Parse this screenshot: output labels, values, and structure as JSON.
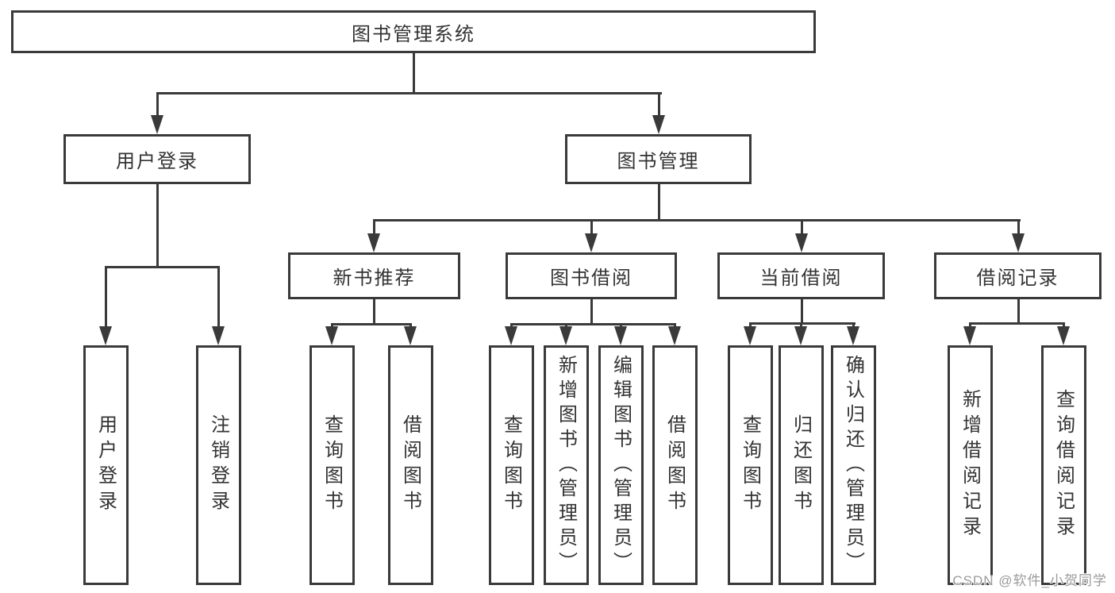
{
  "tree": {
    "root": {
      "label": "图书管理系统",
      "children": [
        {
          "label": "用户登录",
          "children": [
            {
              "label": "用户登录"
            },
            {
              "label": "注销登录"
            }
          ]
        },
        {
          "label": "图书管理",
          "children": [
            {
              "label": "新书推荐",
              "children": [
                {
                  "label": "查询图书"
                },
                {
                  "label": "借阅图书"
                }
              ]
            },
            {
              "label": "图书借阅",
              "children": [
                {
                  "label": "查询图书"
                },
                {
                  "label": "新增图书（管理员）"
                },
                {
                  "label": "编辑图书（管理员）"
                },
                {
                  "label": "借阅图书"
                }
              ]
            },
            {
              "label": "当前借阅",
              "children": [
                {
                  "label": "查询图书"
                },
                {
                  "label": "归还图书"
                },
                {
                  "label": "确认归还（管理员）"
                }
              ]
            },
            {
              "label": "借阅记录",
              "children": [
                {
                  "label": "新增借阅记录"
                },
                {
                  "label": "查询借阅记录"
                }
              ]
            }
          ]
        }
      ]
    }
  },
  "watermark": {
    "text": "CSDN @软件_小贺同学"
  },
  "colors": {
    "line": "#3a3a3a",
    "box_border": "#3a3a3a",
    "text": "#333333",
    "background": "#ffffff",
    "watermark": "#9b9b9b"
  }
}
